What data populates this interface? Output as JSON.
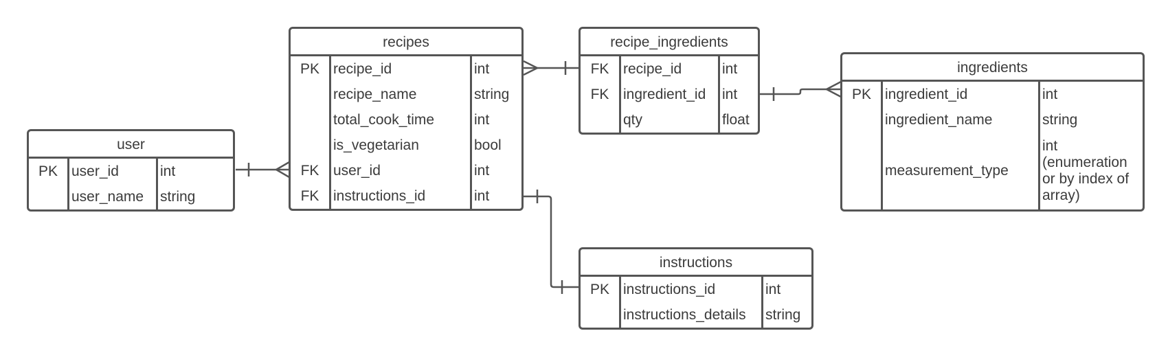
{
  "tables": {
    "user": {
      "title": "user",
      "rows": [
        {
          "key": "PK",
          "name": "user_id",
          "type": "int"
        },
        {
          "key": "",
          "name": "user_name",
          "type": "string"
        }
      ]
    },
    "recipes": {
      "title": "recipes",
      "rows": [
        {
          "key": "PK",
          "name": "recipe_id",
          "type": "int"
        },
        {
          "key": "",
          "name": "recipe_name",
          "type": "string"
        },
        {
          "key": "",
          "name": "total_cook_time",
          "type": "int"
        },
        {
          "key": "",
          "name": "is_vegetarian",
          "type": "bool"
        },
        {
          "key": "FK",
          "name": "user_id",
          "type": "int"
        },
        {
          "key": "FK",
          "name": "instructions_id",
          "type": "int"
        }
      ]
    },
    "recipe_ingredients": {
      "title": "recipe_ingredients",
      "rows": [
        {
          "key": "FK",
          "name": "recipe_id",
          "type": "int"
        },
        {
          "key": "FK",
          "name": "ingredient_id",
          "type": "int"
        },
        {
          "key": "",
          "name": "qty",
          "type": "float"
        }
      ]
    },
    "ingredients": {
      "title": "ingredients",
      "rows": [
        {
          "key": "PK",
          "name": "ingredient_id",
          "type": "int"
        },
        {
          "key": "",
          "name": "ingredient_name",
          "type": "string"
        },
        {
          "key": "",
          "name": "measurement_type",
          "type": "int (enumeration or by index of array)"
        }
      ]
    },
    "instructions": {
      "title": "instructions",
      "rows": [
        {
          "key": "PK",
          "name": "instructions_id",
          "type": "int"
        },
        {
          "key": "",
          "name": "instructions_details",
          "type": "string"
        }
      ]
    }
  },
  "relationships": [
    {
      "from": "user.user_id",
      "to": "recipes.user_id",
      "from_end": "one",
      "to_end": "many"
    },
    {
      "from": "recipes.recipe_id",
      "to": "recipe_ingredients.recipe_id",
      "from_end": "many",
      "to_end": "one"
    },
    {
      "from": "recipe_ingredients.ingredient_id",
      "to": "ingredients.ingredient_id",
      "from_end": "one",
      "to_end": "many"
    },
    {
      "from": "recipes.instructions_id",
      "to": "instructions.instructions_id",
      "from_end": "one",
      "to_end": "one"
    }
  ],
  "colors": {
    "line": "#555555",
    "text": "#3b3b3b",
    "background": "#ffffff"
  }
}
